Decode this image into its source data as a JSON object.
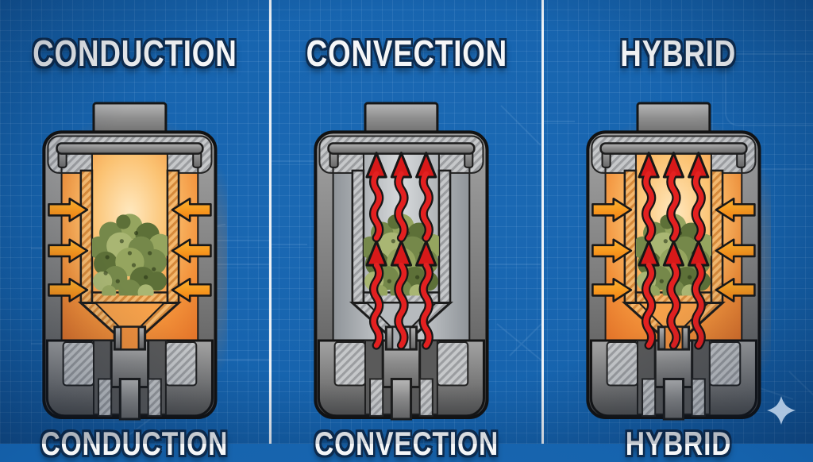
{
  "page": {
    "type": "vaporizer-heating-methods-diagram",
    "background_color": "#1562ac",
    "divider_color": "#edf2f7"
  },
  "panels": [
    {
      "key": "conduction",
      "title": "CONDUCTION",
      "caption": "CONDUCTION",
      "heat_glow": true,
      "side_heat_arrow_pairs": 3,
      "airflow_arrows": 0
    },
    {
      "key": "convection",
      "title": "CONVECTION",
      "caption": "CONVECTION",
      "heat_glow": false,
      "side_heat_arrow_pairs": 0,
      "airflow_arrows": 3
    },
    {
      "key": "hybrid",
      "title": "HYBRID",
      "caption": "HYBRID",
      "heat_glow": true,
      "side_heat_arrow_pairs": 3,
      "airflow_arrows": 3
    }
  ],
  "colors": {
    "title_text": "#f5f6f7",
    "title_outline": "#0d2b4e",
    "grid_line": "rgba(190,220,250,0.10)",
    "outline_dark": "#161616",
    "metal_light": "#b7b7b7",
    "metal_mid": "#8d8d8d",
    "metal_dark": "#4f4f4f",
    "heat_orange": "#f7941d",
    "heat_orange_light": "#ffb52e",
    "glow_center": "#ffe9c0",
    "glow_mid": "#f29039",
    "glow_deep": "#df6e26",
    "vapor_red": "#e32020",
    "vapor_red_dark": "#d81919",
    "herb_greens": [
      "#95a55f",
      "#75884a",
      "#5d7038",
      "#a9b673",
      "#46572a"
    ],
    "sparkle_blue": "#b9cfe8"
  },
  "icons": {
    "sparkle": "four-pointed-star-icon",
    "side_arrow": "heat-inward-arrow-icon",
    "flow_arrow": "hot-air-wavy-arrow-icon"
  }
}
